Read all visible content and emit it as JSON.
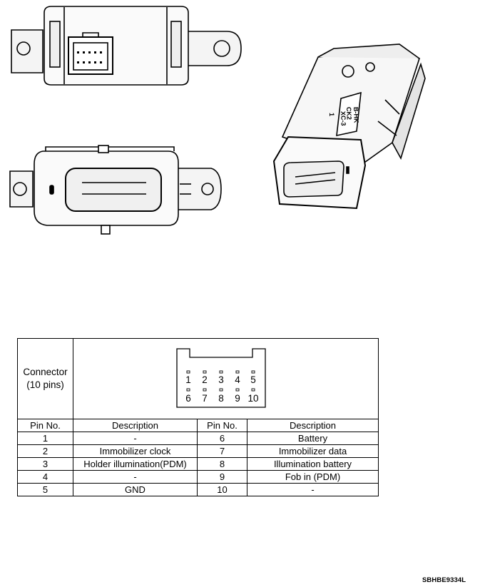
{
  "connector": {
    "label_line1": "Connector",
    "label_line2": "(10 pins)",
    "top_pins": [
      "1",
      "2",
      "3",
      "4",
      "5"
    ],
    "bottom_pins": [
      "6",
      "7",
      "8",
      "9",
      "10"
    ]
  },
  "switch_marking": [
    "1",
    "CK2",
    "B-HK",
    "XC-3"
  ],
  "table": {
    "headers": [
      "Pin No.",
      "Description",
      "Pin No.",
      "Description"
    ],
    "rows": [
      [
        "1",
        "-",
        "6",
        "Battery"
      ],
      [
        "2",
        "Immobilizer clock",
        "7",
        "Immobilizer data"
      ],
      [
        "3",
        "Holder illumination(PDM)",
        "8",
        "Illumination battery"
      ],
      [
        "4",
        "-",
        "9",
        "Fob in (PDM)"
      ],
      [
        "5",
        "GND",
        "10",
        "-"
      ]
    ]
  },
  "caption": "SBHBE9334L"
}
